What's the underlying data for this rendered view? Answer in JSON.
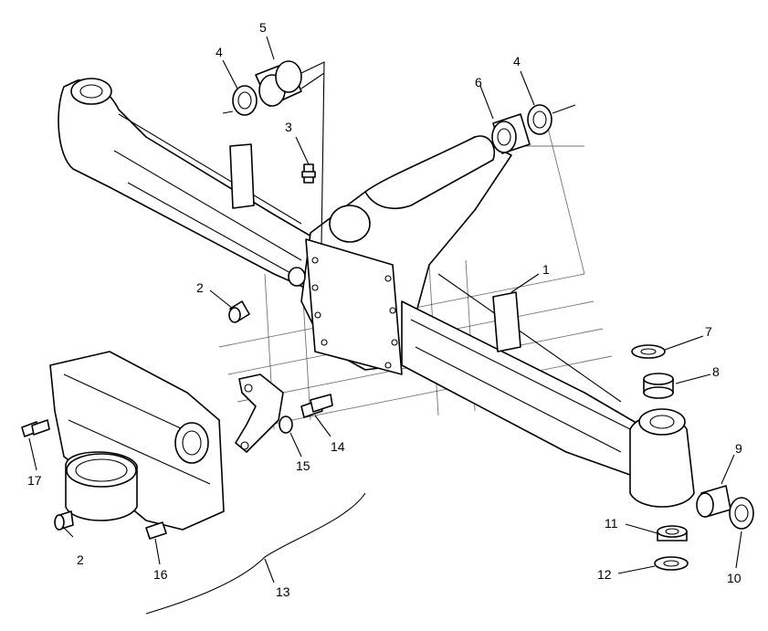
{
  "callouts": {
    "c1": "1",
    "c2a": "2",
    "c2b": "2",
    "c3": "3",
    "c4a": "4",
    "c4b": "4",
    "c5": "5",
    "c6": "6",
    "c7": "7",
    "c8": "8",
    "c9": "9",
    "c10": "10",
    "c11": "11",
    "c12": "12",
    "c13": "13",
    "c14": "14",
    "c15": "15",
    "c16": "16",
    "c17": "17"
  },
  "colors": {
    "line": "#000000",
    "background": "#ffffff"
  }
}
